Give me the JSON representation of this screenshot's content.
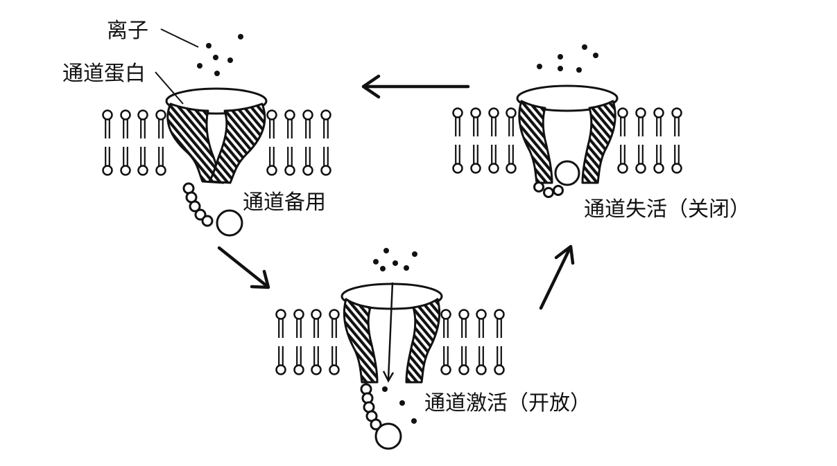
{
  "labels": {
    "ion": "离子",
    "channel_protein": "通道蛋白",
    "state_ready": "通道备用",
    "state_active": "通道激活（开放）",
    "state_inactive": "通道失活（关闭）"
  },
  "colors": {
    "ink": "#111111",
    "background": "#ffffff"
  }
}
